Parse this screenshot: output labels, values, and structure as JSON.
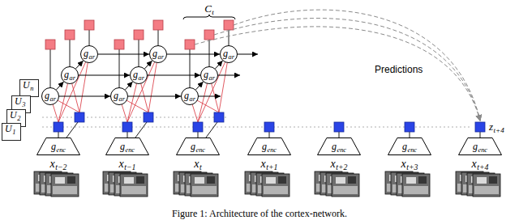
{
  "diagram": {
    "caption": "Figure 1: Architecture of the cortex-network.",
    "nodes": [
      {
        "text": [
          "U",
          "1"
        ]
      },
      {
        "text": [
          "U",
          "2"
        ]
      },
      {
        "text": [
          "U",
          "3"
        ]
      },
      {
        "text": [
          "U",
          "n"
        ]
      },
      {
        "text": [
          "g",
          "ar"
        ]
      },
      {
        "text": [
          "g",
          "ar"
        ]
      },
      {
        "text": [
          "g",
          "ar"
        ]
      },
      {
        "text": [
          "g",
          "ar"
        ]
      },
      {
        "text": [
          "g",
          "ar"
        ]
      },
      {
        "text": [
          "g",
          "ar"
        ]
      },
      {
        "text": [
          "g",
          "ar"
        ]
      },
      {
        "text": [
          "g",
          "ar"
        ]
      },
      {
        "text": [
          "g",
          "ar"
        ]
      },
      {
        "text": [
          "g",
          "enc"
        ]
      },
      {
        "text": [
          "g",
          "enc"
        ]
      },
      {
        "text": [
          "g",
          "enc"
        ]
      },
      {
        "text": [
          "g",
          "enc"
        ]
      },
      {
        "text": [
          "g",
          "enc"
        ]
      },
      {
        "text": [
          "g",
          "enc"
        ]
      },
      {
        "text": [
          "g",
          "enc"
        ]
      }
    ],
    "edges": [
      {
        "from": 4,
        "to": 7,
        "arrow": "to"
      },
      {
        "from": 7,
        "to": 10,
        "arrow": "to"
      },
      {
        "from": 5,
        "to": 8,
        "arrow": "to"
      },
      {
        "from": 8,
        "to": 11,
        "arrow": "to"
      },
      {
        "from": 6,
        "to": 9,
        "arrow": "to"
      },
      {
        "from": 9,
        "to": 12,
        "arrow": "to"
      },
      {
        "from": 6,
        "to": 5,
        "arrow": "to"
      },
      {
        "from": 5,
        "to": 4,
        "arrow": "to"
      },
      {
        "from": 9,
        "to": 8,
        "arrow": "to"
      },
      {
        "from": 8,
        "to": 7,
        "arrow": "to"
      },
      {
        "from": 12,
        "to": 11,
        "arrow": "to"
      },
      {
        "from": 11,
        "to": 10,
        "arrow": "to"
      }
    ],
    "labels": [
      "C",
      "t",
      "Predictions",
      "z",
      "t+4",
      "x",
      "t−2",
      "x",
      "t−1",
      "x",
      "t",
      "x",
      "t+1",
      "x",
      "t+2",
      "x",
      "t+3",
      "x",
      "t+4"
    ]
  }
}
